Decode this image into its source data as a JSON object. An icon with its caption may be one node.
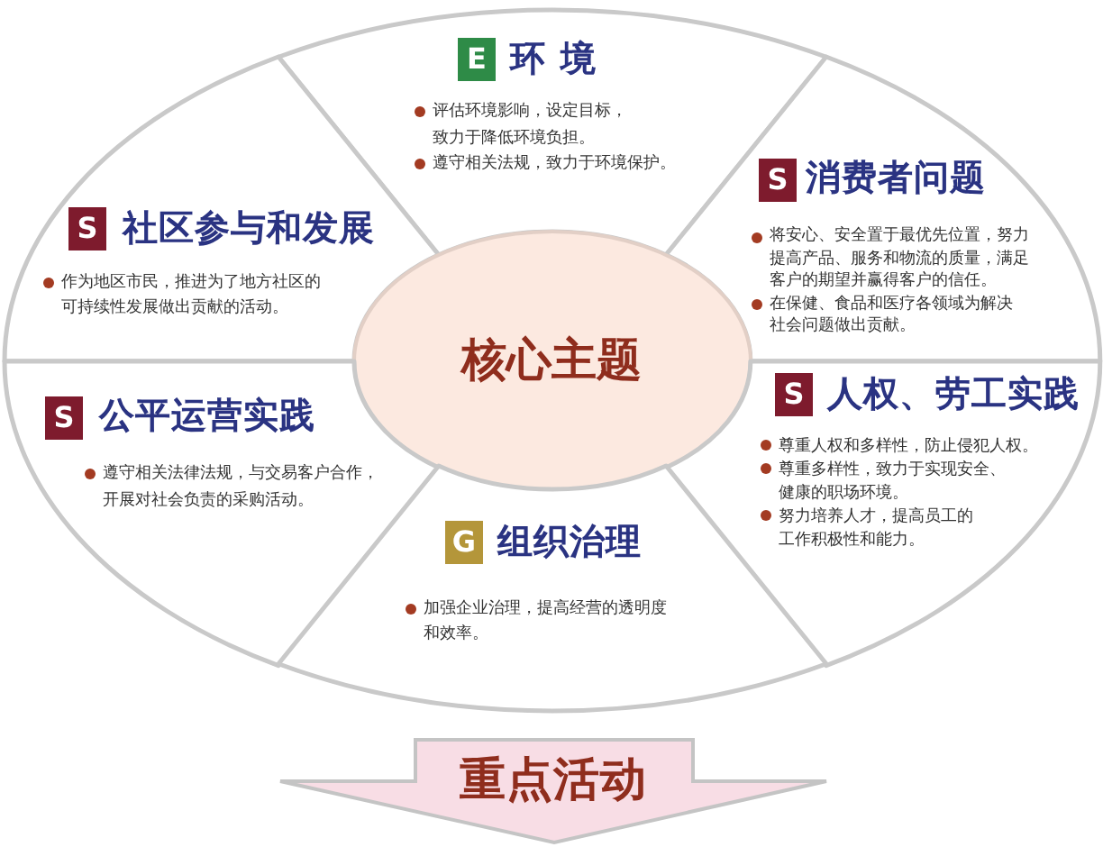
{
  "diagram": {
    "nodes": [
      {
        "text": [
          "环境",
          "评估环境影响，设定目标，致力于降低环境负担。",
          "遵守相关法规，致力于环境保护。"
        ]
      },
      {
        "text": [
          "E"
        ],
        "in": 0
      },
      {
        "text": [
          "消费者问题",
          "将安心、安全置于最优先位置，努力提高产品、服务和物流的质量，满足客户的期望并赢得客户的信任。",
          "在保健、食品和医疗各领域为解决社会问题做出贡献。"
        ]
      },
      {
        "text": [
          "S"
        ],
        "in": 2
      },
      {
        "text": [
          "社区参与和发展",
          "作为地区市民，推进为了地方社区的可持续性发展做出贡献的活动。"
        ]
      },
      {
        "text": [
          "S"
        ],
        "in": 4
      },
      {
        "text": [
          "核心主题"
        ]
      },
      {
        "text": [
          "人权、劳工实践",
          "尊重人权和多样性，防止侵犯人权。",
          "尊重多样性，致力于实现安全、健康的职场环境。",
          "努力培养人才，提高员工的工作积极性和能力。"
        ]
      },
      {
        "text": [
          "S"
        ],
        "in": 7
      },
      {
        "text": [
          "公平运营实践",
          "遵守相关法律法规，与交易客户合作，开展对社会负责的采购活动。"
        ]
      },
      {
        "text": [
          "S"
        ],
        "in": 9
      },
      {
        "text": [
          "组织治理",
          "加强企业治理，提高经营的透明度和效率。"
        ]
      },
      {
        "text": [
          "G"
        ],
        "in": 11
      },
      {
        "text": [
          "重点活动"
        ]
      }
    ]
  }
}
